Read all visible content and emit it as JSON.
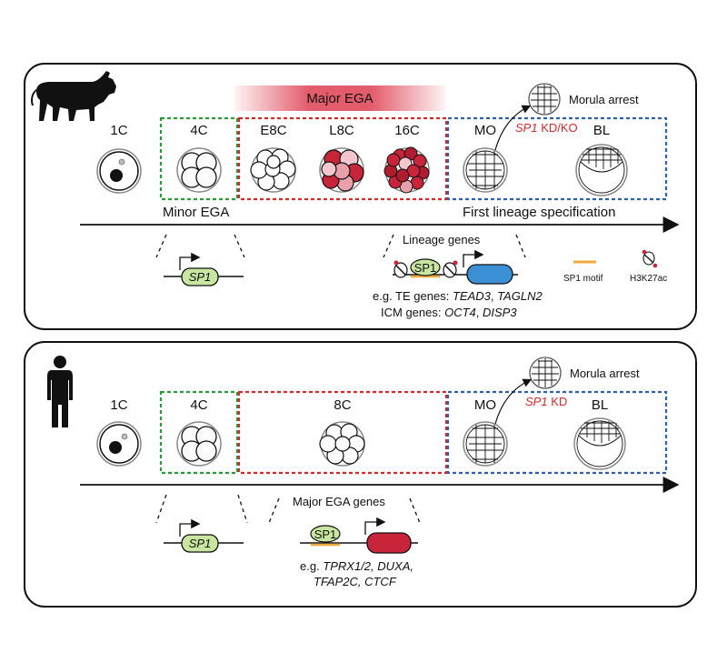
{
  "top_panel": {
    "species_icon": "cow-icon",
    "major_ega": "Major EGA",
    "stages": {
      "c1": "1C",
      "c4": "4C",
      "e8c": "E8C",
      "l8c": "L8C",
      "c16": "16C",
      "mo": "MO",
      "bl": "BL"
    },
    "minor_ega": "Minor EGA",
    "first_lineage": "First lineage specification",
    "morula_arrest": "Morula arrest",
    "kd_gene": "SP1",
    "kd_suffix": " KD/KO",
    "sp1_gene": "SP1",
    "lineage_genes": "Lineage genes",
    "sp1_protein": "SP1",
    "legend_motif": "SP1 motif",
    "legend_h3k27ac": "H3K27ac",
    "te_prefix": "e.g. TE genes: ",
    "te_gene1": "TEAD3",
    "te_sep": ", ",
    "te_gene2": "TAGLN2",
    "icm_prefix": "ICM genes: ",
    "icm_gene1": "OCT4",
    "icm_sep": ", ",
    "icm_gene2": "DISP3"
  },
  "bottom_panel": {
    "species_icon": "human-icon",
    "stages": {
      "c1": "1C",
      "c4": "4C",
      "c8": "8C",
      "mo": "MO",
      "bl": "BL"
    },
    "morula_arrest": "Morula arrest",
    "kd_gene": "SP1",
    "kd_suffix": " KD",
    "sp1_gene": "SP1",
    "major_ega_genes": "Major EGA genes",
    "sp1_protein": "SP1",
    "eg_prefix": "e.g. ",
    "gene_line1": "TPRX1/2, DUXA,",
    "gene_line2": "TFAP2C, CTCF"
  },
  "colors": {
    "minor_box": "#2a9a3a",
    "major_box": "#d62a2a",
    "lineage_box": "#2e5fb0",
    "major_ega_gradient": "#d9263a",
    "sp1_fill": "#c8e6a0",
    "te_gene_blue": "#3b8fd4",
    "major_gene_red": "#c8243a",
    "motif_orange": "#f2a93b",
    "kd_red": "#d62a2a"
  }
}
